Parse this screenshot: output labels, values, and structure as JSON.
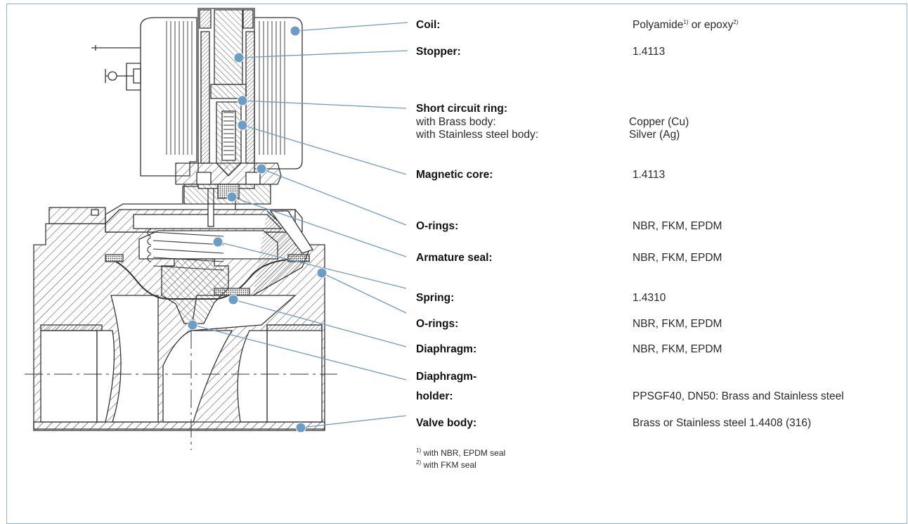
{
  "parts": [
    {
      "id": "coil",
      "label": "Coil:",
      "value": "Polyamide",
      "value_parts": [
        {
          "text": "Polyamide"
        },
        {
          "sup": "1)"
        },
        {
          "text": " or epoxy"
        },
        {
          "sup": "2)"
        }
      ]
    },
    {
      "id": "stopper",
      "label": "Stopper:",
      "value": "1.4113"
    },
    {
      "id": "short-circuit-ring",
      "label": "Short circuit ring:",
      "rows": [
        {
          "condition": "with Brass body:",
          "value": "Copper (Cu)"
        },
        {
          "condition": "with Stainless steel body:",
          "value": "Silver (Ag)"
        }
      ]
    },
    {
      "id": "magnetic-core",
      "label": "Magnetic core:",
      "value": "1.4113"
    },
    {
      "id": "o-rings-upper",
      "label": "O-rings:",
      "value": "NBR, FKM, EPDM"
    },
    {
      "id": "armature-seal",
      "label": "Armature seal:",
      "value": "NBR, FKM, EPDM"
    },
    {
      "id": "spring",
      "label": "Spring:",
      "value": "1.4310"
    },
    {
      "id": "o-rings-lower",
      "label": "O-rings:",
      "value": "NBR, FKM, EPDM"
    },
    {
      "id": "diaphragm",
      "label": "Diaphragm:",
      "value": "NBR, FKM, EPDM"
    },
    {
      "id": "diaphragm-holder",
      "label_line1": "Diaphragm-",
      "label_line2": "holder:",
      "value": "PPSGF40, DN50: Brass and Stainless steel"
    },
    {
      "id": "valve-body",
      "label": "Valve body:",
      "value": "Brass or Stainless steel 1.4408 (316)"
    }
  ],
  "footnotes": [
    {
      "mark": "1)",
      "text": " with NBR, EPDM seal"
    },
    {
      "mark": "2)",
      "text": " with FKM seal"
    }
  ],
  "colors": {
    "leader_line": "#6d9cc4",
    "leader_dot": "#6d9cc4",
    "frame": "#8db3d3",
    "drawing": "#333333"
  }
}
